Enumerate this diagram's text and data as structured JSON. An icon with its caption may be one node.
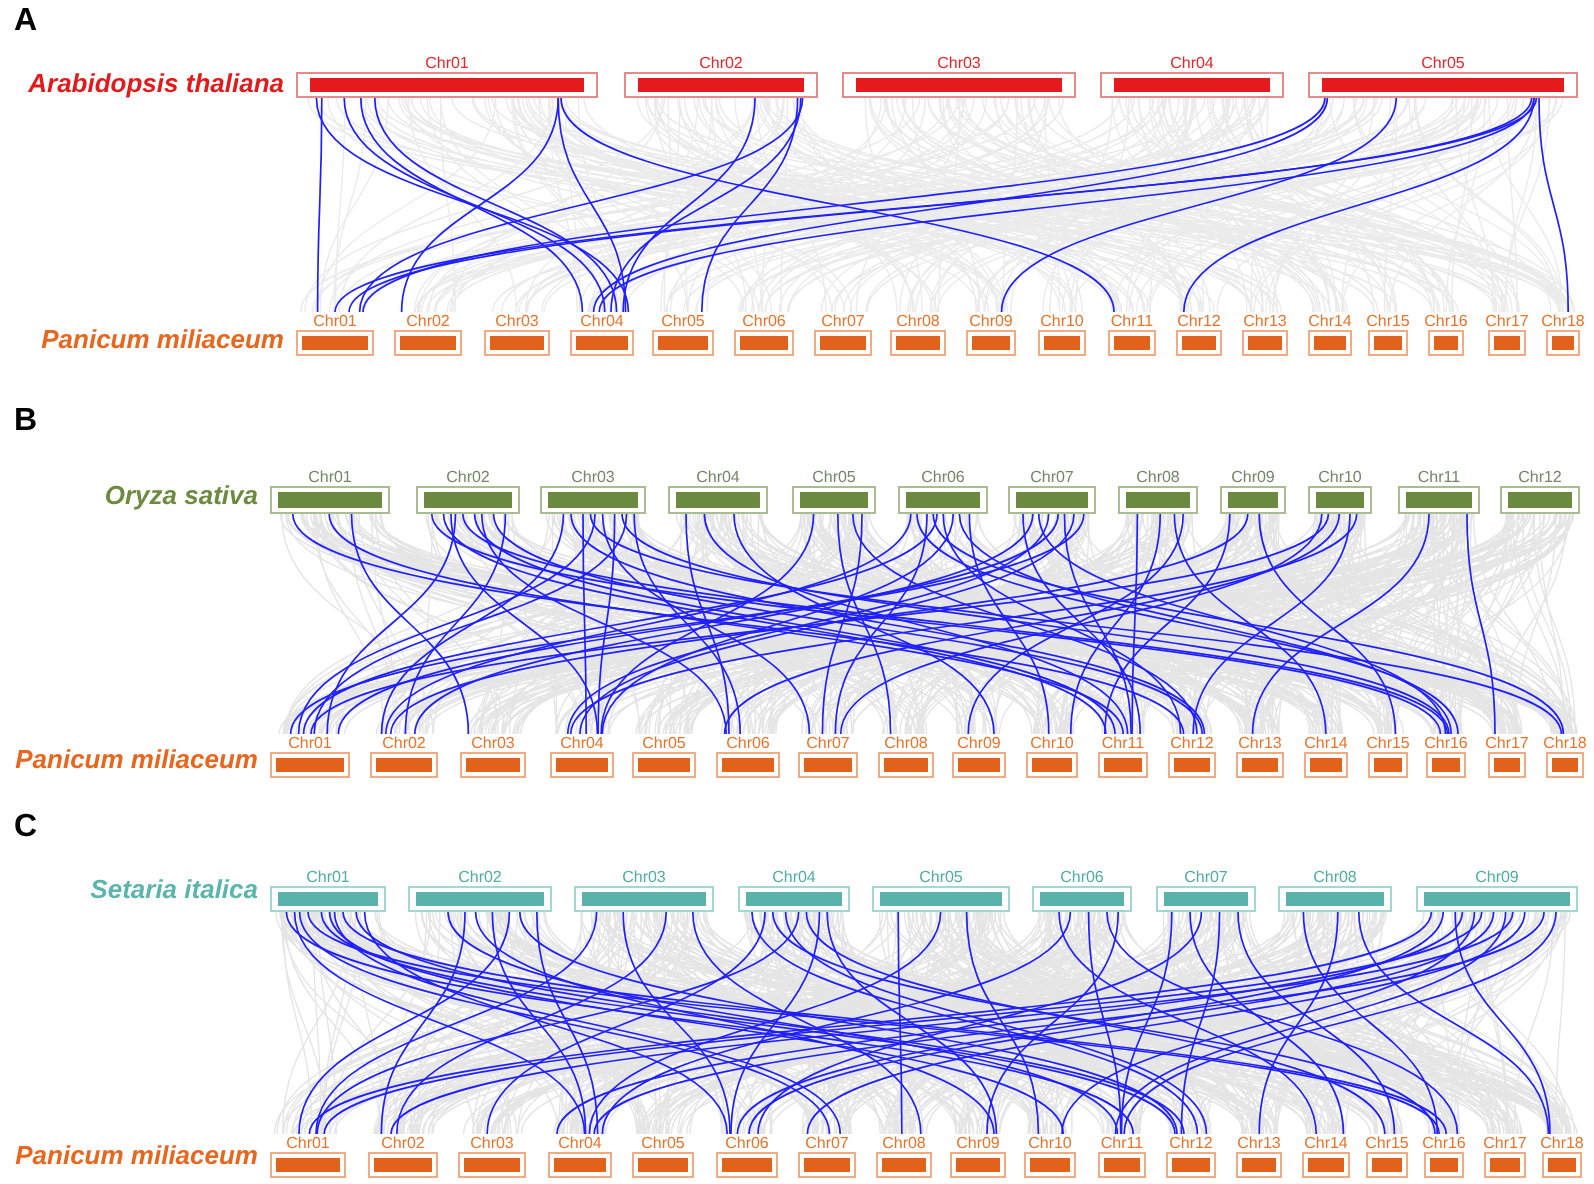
{
  "diagram": {
    "nodes": [
      {
        "text": [
          "Chr01"
        ]
      },
      {
        "text": [
          "Chr02"
        ]
      },
      {
        "text": [
          "Chr03"
        ]
      },
      {
        "text": [
          "Chr04"
        ]
      },
      {
        "text": [
          "Chr05"
        ]
      },
      {
        "text": [
          "Chr01"
        ]
      },
      {
        "text": [
          "Chr02"
        ]
      },
      {
        "text": [
          "Chr03"
        ]
      },
      {
        "text": [
          "Chr04"
        ]
      },
      {
        "text": [
          "Chr05"
        ]
      },
      {
        "text": [
          "Chr06"
        ]
      },
      {
        "text": [
          "Chr07"
        ]
      },
      {
        "text": [
          "Chr08"
        ]
      },
      {
        "text": [
          "Chr09"
        ]
      },
      {
        "text": [
          "Chr10"
        ]
      },
      {
        "text": [
          "Chr11"
        ]
      },
      {
        "text": [
          "Chr12"
        ]
      },
      {
        "text": [
          "Chr13"
        ]
      },
      {
        "text": [
          "Chr14"
        ]
      },
      {
        "text": [
          "Chr15"
        ]
      },
      {
        "text": [
          "Chr16"
        ]
      },
      {
        "text": [
          "Chr17"
        ]
      },
      {
        "text": [
          "Chr18"
        ]
      },
      {
        "text": [
          "Chr01"
        ]
      },
      {
        "text": [
          "Chr02"
        ]
      },
      {
        "text": [
          "Chr03"
        ]
      },
      {
        "text": [
          "Chr04"
        ]
      },
      {
        "text": [
          "Chr05"
        ]
      },
      {
        "text": [
          "Chr06"
        ]
      },
      {
        "text": [
          "Chr07"
        ]
      },
      {
        "text": [
          "Chr08"
        ]
      },
      {
        "text": [
          "Chr09"
        ]
      },
      {
        "text": [
          "Chr10"
        ]
      },
      {
        "text": [
          "Chr11"
        ]
      },
      {
        "text": [
          "Chr12"
        ]
      },
      {
        "text": [
          "Chr01"
        ]
      },
      {
        "text": [
          "Chr02"
        ]
      },
      {
        "text": [
          "Chr03"
        ]
      },
      {
        "text": [
          "Chr04"
        ]
      },
      {
        "text": [
          "Chr05"
        ]
      },
      {
        "text": [
          "Chr06"
        ]
      },
      {
        "text": [
          "Chr07"
        ]
      },
      {
        "text": [
          "Chr08"
        ]
      },
      {
        "text": [
          "Chr09"
        ]
      },
      {
        "text": [
          "Chr10"
        ]
      },
      {
        "text": [
          "Chr11"
        ]
      },
      {
        "text": [
          "Chr12"
        ]
      },
      {
        "text": [
          "Chr13"
        ]
      },
      {
        "text": [
          "Chr14"
        ]
      },
      {
        "text": [
          "Chr15"
        ]
      },
      {
        "text": [
          "Chr16"
        ]
      },
      {
        "text": [
          "Chr17"
        ]
      },
      {
        "text": [
          "Chr18"
        ]
      },
      {
        "text": [
          "Chr01"
        ]
      },
      {
        "text": [
          "Chr02"
        ]
      },
      {
        "text": [
          "Chr03"
        ]
      },
      {
        "text": [
          "Chr04"
        ]
      },
      {
        "text": [
          "Chr05"
        ]
      },
      {
        "text": [
          "Chr06"
        ]
      },
      {
        "text": [
          "Chr07"
        ]
      },
      {
        "text": [
          "Chr08"
        ]
      },
      {
        "text": [
          "Chr09"
        ]
      },
      {
        "text": [
          "Chr01"
        ]
      },
      {
        "text": [
          "Chr02"
        ]
      },
      {
        "text": [
          "Chr03"
        ]
      },
      {
        "text": [
          "Chr04"
        ]
      },
      {
        "text": [
          "Chr05"
        ]
      },
      {
        "text": [
          "Chr06"
        ]
      },
      {
        "text": [
          "Chr07"
        ]
      },
      {
        "text": [
          "Chr08"
        ]
      },
      {
        "text": [
          "Chr09"
        ]
      },
      {
        "text": [
          "Chr10"
        ]
      },
      {
        "text": [
          "Chr11"
        ]
      },
      {
        "text": [
          "Chr12"
        ]
      },
      {
        "text": [
          "Chr13"
        ]
      },
      {
        "text": [
          "Chr14"
        ]
      },
      {
        "text": [
          "Chr15"
        ]
      },
      {
        "text": [
          "Chr16"
        ]
      },
      {
        "text": [
          "Chr17"
        ]
      },
      {
        "text": [
          "Chr18"
        ]
      }
    ],
    "edges": [
      {
        "from": 0,
        "to": 5,
        "arrow": "none"
      },
      {
        "from": 0,
        "to": 8,
        "arrow": "none"
      },
      {
        "from": 0,
        "to": 8,
        "arrow": "none"
      },
      {
        "from": 0,
        "to": 8,
        "arrow": "none"
      },
      {
        "from": 0,
        "to": 8,
        "arrow": "none"
      },
      {
        "from": 0,
        "to": 8,
        "arrow": "none"
      },
      {
        "from": 0,
        "to": 6,
        "arrow": "none"
      },
      {
        "from": 0,
        "to": 15,
        "arrow": "none"
      },
      {
        "from": 1,
        "to": 8,
        "arrow": "none"
      },
      {
        "from": 1,
        "to": 5,
        "arrow": "none"
      },
      {
        "from": 1,
        "to": 8,
        "arrow": "none"
      },
      {
        "from": 1,
        "to": 9,
        "arrow": "none"
      },
      {
        "from": 4,
        "to": 5,
        "arrow": "none"
      },
      {
        "from": 4,
        "to": 8,
        "arrow": "none"
      },
      {
        "from": 4,
        "to": 13,
        "arrow": "none"
      },
      {
        "from": 4,
        "to": 5,
        "arrow": "none"
      },
      {
        "from": 4,
        "to": 8,
        "arrow": "none"
      },
      {
        "from": 4,
        "to": 5,
        "arrow": "none"
      },
      {
        "from": 4,
        "to": 16,
        "arrow": "none"
      },
      {
        "from": 4,
        "to": 22,
        "arrow": "none"
      },
      {
        "from": 23,
        "to": 45,
        "arrow": "none"
      },
      {
        "from": 23,
        "to": 46,
        "arrow": "none"
      },
      {
        "from": 23,
        "to": 37,
        "arrow": "none"
      },
      {
        "from": 24,
        "to": 35,
        "arrow": "none"
      },
      {
        "from": 24,
        "to": 36,
        "arrow": "none"
      },
      {
        "from": 24,
        "to": 45,
        "arrow": "none"
      },
      {
        "from": 24,
        "to": 45,
        "arrow": "none"
      },
      {
        "from": 24,
        "to": 46,
        "arrow": "none"
      },
      {
        "from": 24,
        "to": 50,
        "arrow": "none"
      },
      {
        "from": 24,
        "to": 50,
        "arrow": "none"
      },
      {
        "from": 24,
        "to": 40,
        "arrow": "none"
      },
      {
        "from": 24,
        "to": 38,
        "arrow": "none"
      },
      {
        "from": 25,
        "to": 35,
        "arrow": "none"
      },
      {
        "from": 25,
        "to": 35,
        "arrow": "none"
      },
      {
        "from": 25,
        "to": 36,
        "arrow": "none"
      },
      {
        "from": 25,
        "to": 38,
        "arrow": "none"
      },
      {
        "from": 25,
        "to": 38,
        "arrow": "none"
      },
      {
        "from": 25,
        "to": 40,
        "arrow": "none"
      },
      {
        "from": 25,
        "to": 41,
        "arrow": "none"
      },
      {
        "from": 25,
        "to": 46,
        "arrow": "none"
      },
      {
        "from": 25,
        "to": 50,
        "arrow": "none"
      },
      {
        "from": 25,
        "to": 52,
        "arrow": "none"
      },
      {
        "from": 26,
        "to": 40,
        "arrow": "none"
      },
      {
        "from": 26,
        "to": 43,
        "arrow": "none"
      },
      {
        "from": 26,
        "to": 45,
        "arrow": "none"
      },
      {
        "from": 27,
        "to": 41,
        "arrow": "none"
      },
      {
        "from": 27,
        "to": 42,
        "arrow": "none"
      },
      {
        "from": 27,
        "to": 38,
        "arrow": "none"
      },
      {
        "from": 27,
        "to": 46,
        "arrow": "none"
      },
      {
        "from": 28,
        "to": 35,
        "arrow": "none"
      },
      {
        "from": 28,
        "to": 36,
        "arrow": "none"
      },
      {
        "from": 28,
        "to": 38,
        "arrow": "none"
      },
      {
        "from": 28,
        "to": 41,
        "arrow": "none"
      },
      {
        "from": 28,
        "to": 44,
        "arrow": "none"
      },
      {
        "from": 28,
        "to": 46,
        "arrow": "none"
      },
      {
        "from": 28,
        "to": 50,
        "arrow": "none"
      },
      {
        "from": 28,
        "to": 50,
        "arrow": "none"
      },
      {
        "from": 28,
        "to": 52,
        "arrow": "none"
      },
      {
        "from": 29,
        "to": 35,
        "arrow": "none"
      },
      {
        "from": 29,
        "to": 35,
        "arrow": "none"
      },
      {
        "from": 29,
        "to": 36,
        "arrow": "none"
      },
      {
        "from": 29,
        "to": 38,
        "arrow": "none"
      },
      {
        "from": 29,
        "to": 38,
        "arrow": "none"
      },
      {
        "from": 29,
        "to": 45,
        "arrow": "none"
      },
      {
        "from": 29,
        "to": 45,
        "arrow": "none"
      },
      {
        "from": 29,
        "to": 50,
        "arrow": "none"
      },
      {
        "from": 30,
        "to": 43,
        "arrow": "none"
      },
      {
        "from": 30,
        "to": 44,
        "arrow": "none"
      },
      {
        "from": 30,
        "to": 45,
        "arrow": "none"
      },
      {
        "from": 30,
        "to": 48,
        "arrow": "none"
      },
      {
        "from": 31,
        "to": 36,
        "arrow": "none"
      },
      {
        "from": 31,
        "to": 45,
        "arrow": "none"
      },
      {
        "from": 31,
        "to": 49,
        "arrow": "none"
      },
      {
        "from": 32,
        "to": 35,
        "arrow": "none"
      },
      {
        "from": 32,
        "to": 38,
        "arrow": "none"
      },
      {
        "from": 32,
        "to": 40,
        "arrow": "none"
      },
      {
        "from": 32,
        "to": 41,
        "arrow": "none"
      },
      {
        "from": 32,
        "to": 46,
        "arrow": "none"
      },
      {
        "from": 33,
        "to": 47,
        "arrow": "none"
      },
      {
        "from": 33,
        "to": 51,
        "arrow": "none"
      },
      {
        "from": 53,
        "to": 68,
        "arrow": "none"
      },
      {
        "from": 53,
        "to": 68,
        "arrow": "none"
      },
      {
        "from": 53,
        "to": 73,
        "arrow": "none"
      },
      {
        "from": 53,
        "to": 73,
        "arrow": "none"
      },
      {
        "from": 53,
        "to": 72,
        "arrow": "none"
      },
      {
        "from": 53,
        "to": 77,
        "arrow": "none"
      },
      {
        "from": 53,
        "to": 77,
        "arrow": "none"
      },
      {
        "from": 53,
        "to": 67,
        "arrow": "none"
      },
      {
        "from": 53,
        "to": 71,
        "arrow": "none"
      },
      {
        "from": 53,
        "to": 65,
        "arrow": "none"
      },
      {
        "from": 54,
        "to": 62,
        "arrow": "none"
      },
      {
        "from": 54,
        "to": 63,
        "arrow": "none"
      },
      {
        "from": 54,
        "to": 65,
        "arrow": "none"
      },
      {
        "from": 54,
        "to": 65,
        "arrow": "none"
      },
      {
        "from": 54,
        "to": 72,
        "arrow": "none"
      },
      {
        "from": 54,
        "to": 73,
        "arrow": "none"
      },
      {
        "from": 54,
        "to": 70,
        "arrow": "none"
      },
      {
        "from": 55,
        "to": 62,
        "arrow": "none"
      },
      {
        "from": 55,
        "to": 63,
        "arrow": "none"
      },
      {
        "from": 55,
        "to": 67,
        "arrow": "none"
      },
      {
        "from": 55,
        "to": 69,
        "arrow": "none"
      },
      {
        "from": 56,
        "to": 62,
        "arrow": "none"
      },
      {
        "from": 56,
        "to": 64,
        "arrow": "none"
      },
      {
        "from": 56,
        "to": 67,
        "arrow": "none"
      },
      {
        "from": 56,
        "to": 73,
        "arrow": "none"
      },
      {
        "from": 56,
        "to": 73,
        "arrow": "none"
      },
      {
        "from": 56,
        "to": 76,
        "arrow": "none"
      },
      {
        "from": 56,
        "to": 77,
        "arrow": "none"
      },
      {
        "from": 56,
        "to": 70,
        "arrow": "none"
      },
      {
        "from": 57,
        "to": 65,
        "arrow": "none"
      },
      {
        "from": 57,
        "to": 69,
        "arrow": "none"
      },
      {
        "from": 57,
        "to": 71,
        "arrow": "none"
      },
      {
        "from": 58,
        "to": 65,
        "arrow": "none"
      },
      {
        "from": 58,
        "to": 70,
        "arrow": "none"
      },
      {
        "from": 58,
        "to": 72,
        "arrow": "none"
      },
      {
        "from": 58,
        "to": 75,
        "arrow": "none"
      },
      {
        "from": 58,
        "to": 77,
        "arrow": "none"
      },
      {
        "from": 59,
        "to": 67,
        "arrow": "none"
      },
      {
        "from": 59,
        "to": 72,
        "arrow": "none"
      },
      {
        "from": 59,
        "to": 73,
        "arrow": "none"
      },
      {
        "from": 59,
        "to": 75,
        "arrow": "none"
      },
      {
        "from": 59,
        "to": 76,
        "arrow": "none"
      },
      {
        "from": 60,
        "to": 74,
        "arrow": "none"
      },
      {
        "from": 60,
        "to": 77,
        "arrow": "none"
      },
      {
        "from": 60,
        "to": 79,
        "arrow": "none"
      },
      {
        "from": 61,
        "to": 62,
        "arrow": "none"
      },
      {
        "from": 61,
        "to": 62,
        "arrow": "none"
      },
      {
        "from": 61,
        "to": 63,
        "arrow": "none"
      },
      {
        "from": 61,
        "to": 65,
        "arrow": "none"
      },
      {
        "from": 61,
        "to": 65,
        "arrow": "none"
      },
      {
        "from": 61,
        "to": 67,
        "arrow": "none"
      },
      {
        "from": 61,
        "to": 67,
        "arrow": "none"
      },
      {
        "from": 61,
        "to": 68,
        "arrow": "none"
      },
      {
        "from": 61,
        "to": 71,
        "arrow": "none"
      },
      {
        "from": 61,
        "to": 72,
        "arrow": "none"
      },
      {
        "from": 61,
        "to": 72,
        "arrow": "none"
      },
      {
        "from": 61,
        "to": 79,
        "arrow": "none"
      }
    ],
    "labels": [
      "A",
      "Arabidopsis thaliana",
      "Panicum miliaceum",
      "B",
      "Oryza sativa",
      "Panicum miliaceum",
      "C",
      "Setaria italica",
      "Panicum miliaceum"
    ]
  }
}
